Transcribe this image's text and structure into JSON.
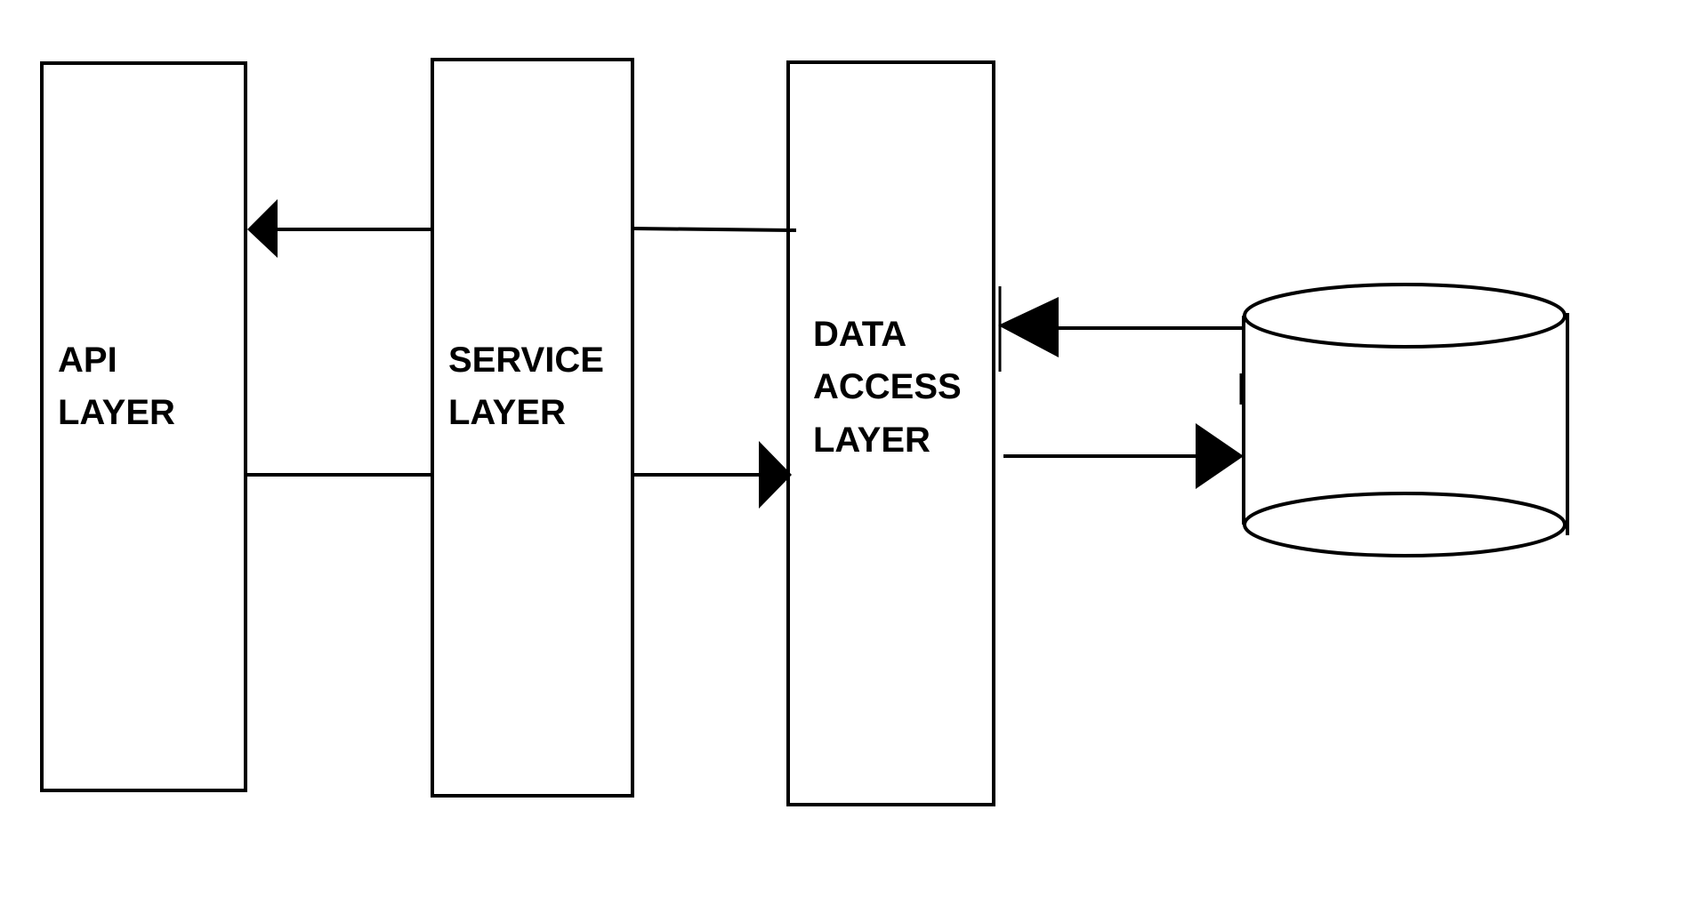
{
  "diagram": {
    "boxes": {
      "api": {
        "line1": "API",
        "line2": "LAYER"
      },
      "service": {
        "line1": "SERVICE",
        "line2": "LAYER"
      },
      "data_access": {
        "line1": "DATA",
        "line2": "ACCESS",
        "line3": "LAYER"
      }
    },
    "database": {
      "shape": "cylinder"
    },
    "connectors": [
      {
        "from": "service",
        "to": "api",
        "arrowhead": "at-api"
      },
      {
        "from": "api",
        "to": "service",
        "arrowhead": "none"
      },
      {
        "from": "service",
        "to": "data_access",
        "arrowhead": "none"
      },
      {
        "from": "service",
        "to": "data_access",
        "arrowhead": "at-data-access"
      },
      {
        "from": "database",
        "to": "data_access",
        "arrowhead": "at-data-access"
      },
      {
        "from": "data_access",
        "to": "database",
        "arrowhead": "at-database"
      }
    ],
    "colors": {
      "stroke": "#000000",
      "background": "#ffffff"
    }
  }
}
